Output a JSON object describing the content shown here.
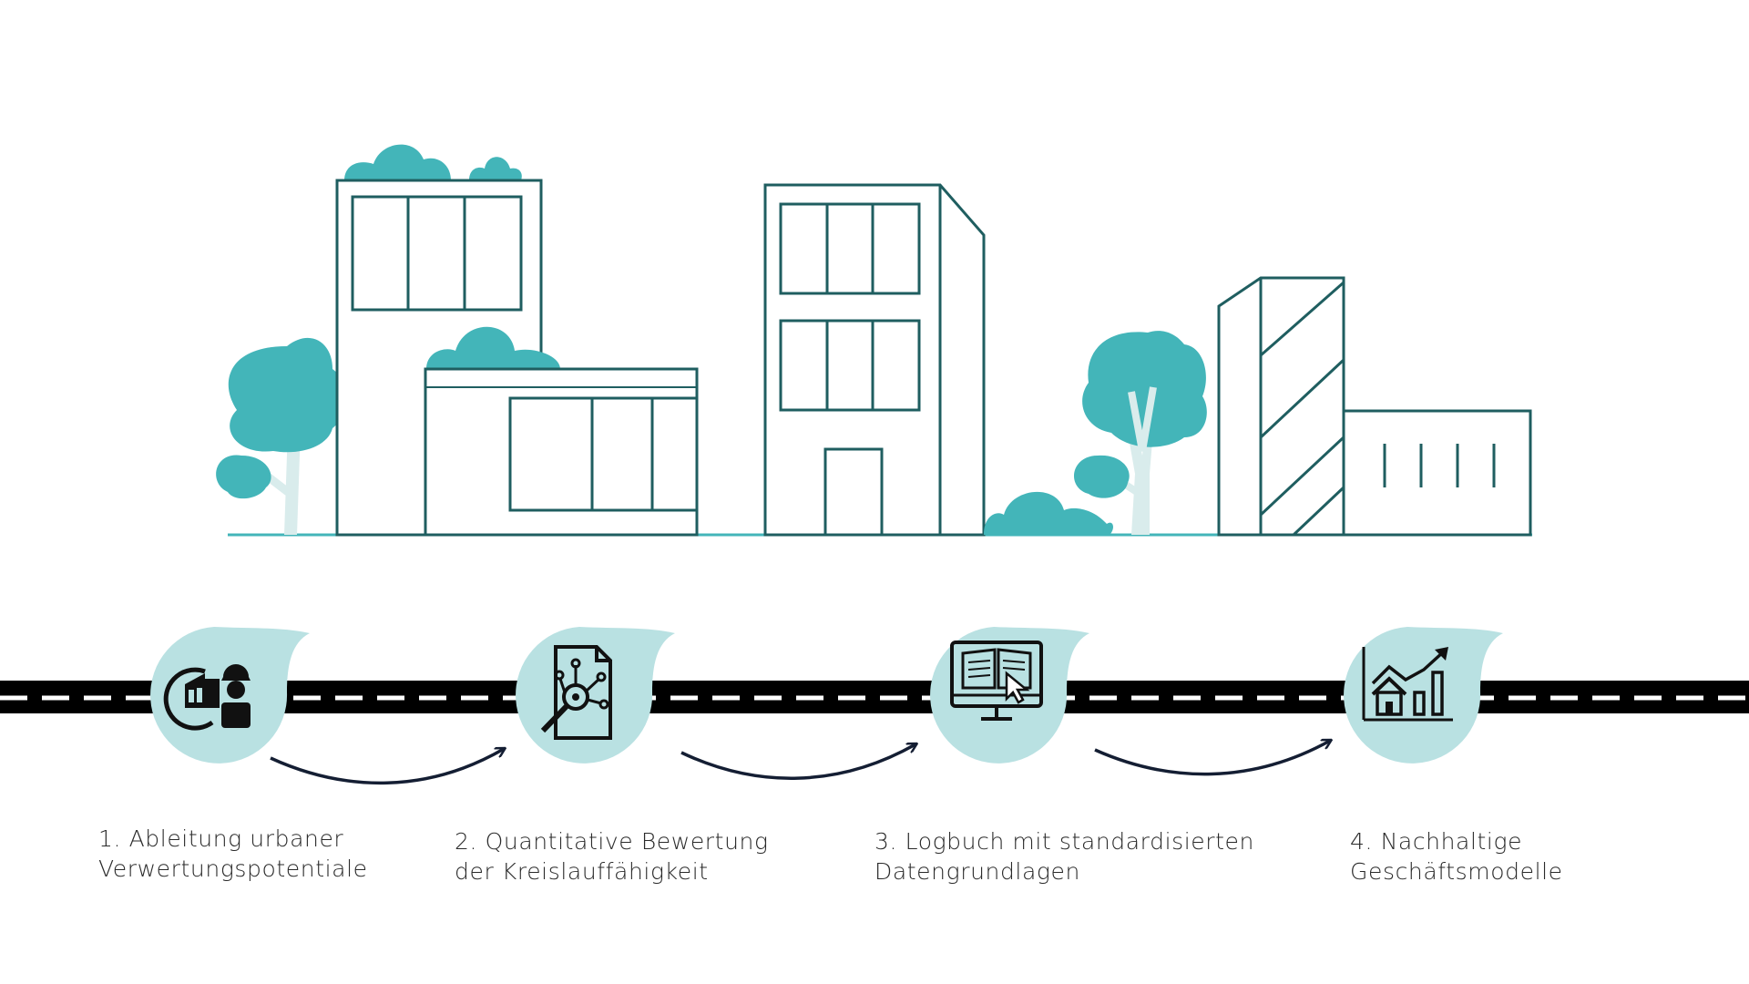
{
  "colors": {
    "outline": "#1f5e60",
    "teal": "#43b5b9",
    "drop": "#b9e1e2",
    "trunk": "#d9ecec",
    "road": "#000000",
    "dash": "#ffffff",
    "arrow": "#141e33",
    "text": "#2a2a2a"
  },
  "steps": [
    {
      "line1": "1. Ableitung urbaner",
      "line2": "Verwertungspotentiale",
      "icon": "building-worker-icon"
    },
    {
      "line1": "2. Quantitative Bewertung",
      "line2": "der Kreislauffähigkeit",
      "icon": "document-analysis-icon"
    },
    {
      "line1": "3. Logbuch mit standardisierten",
      "line2": "Datengrundlagen",
      "icon": "digital-logbook-icon"
    },
    {
      "line1": "4. Nachhaltige",
      "line2": "Geschäftsmodelle",
      "icon": "growth-chart-icon"
    }
  ]
}
